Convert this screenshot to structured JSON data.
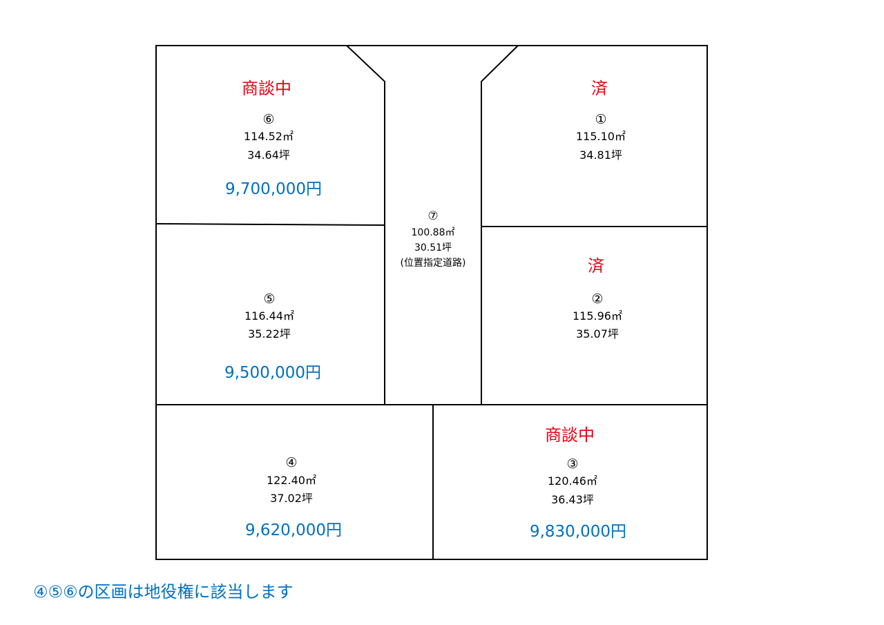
{
  "lots": {
    "lot6": {
      "status": "商談中",
      "number": "⑥",
      "area_m2": "114.52㎡",
      "area_tsubo": "34.64坪",
      "price": "9,700,000円"
    },
    "lot5": {
      "number": "⑤",
      "area_m2": "116.44㎡",
      "area_tsubo": "35.22坪",
      "price": "9,500,000円"
    },
    "lot4": {
      "number": "④",
      "area_m2": "122.40㎡",
      "area_tsubo": "37.02坪",
      "price": "9,620,000円"
    },
    "lot1": {
      "status": "済",
      "number": "①",
      "area_m2": "115.10㎡",
      "area_tsubo": "34.81坪"
    },
    "lot2": {
      "status": "済",
      "number": "②",
      "area_m2": "115.96㎡",
      "area_tsubo": "35.07坪"
    },
    "lot3": {
      "status": "商談中",
      "number": "③",
      "area_m2": "120.46㎡",
      "area_tsubo": "36.43坪",
      "price": "9,830,000円"
    },
    "lot7": {
      "number": "⑦",
      "area_m2": "100.88㎡",
      "area_tsubo": "30.51坪",
      "note": "(位置指定道路)"
    }
  },
  "footer_note": "④⑤⑥の区画は地役権に該当します",
  "colors": {
    "status": "#e60012",
    "price": "#0070c0",
    "note": "#0070c0",
    "line": "#000000"
  }
}
